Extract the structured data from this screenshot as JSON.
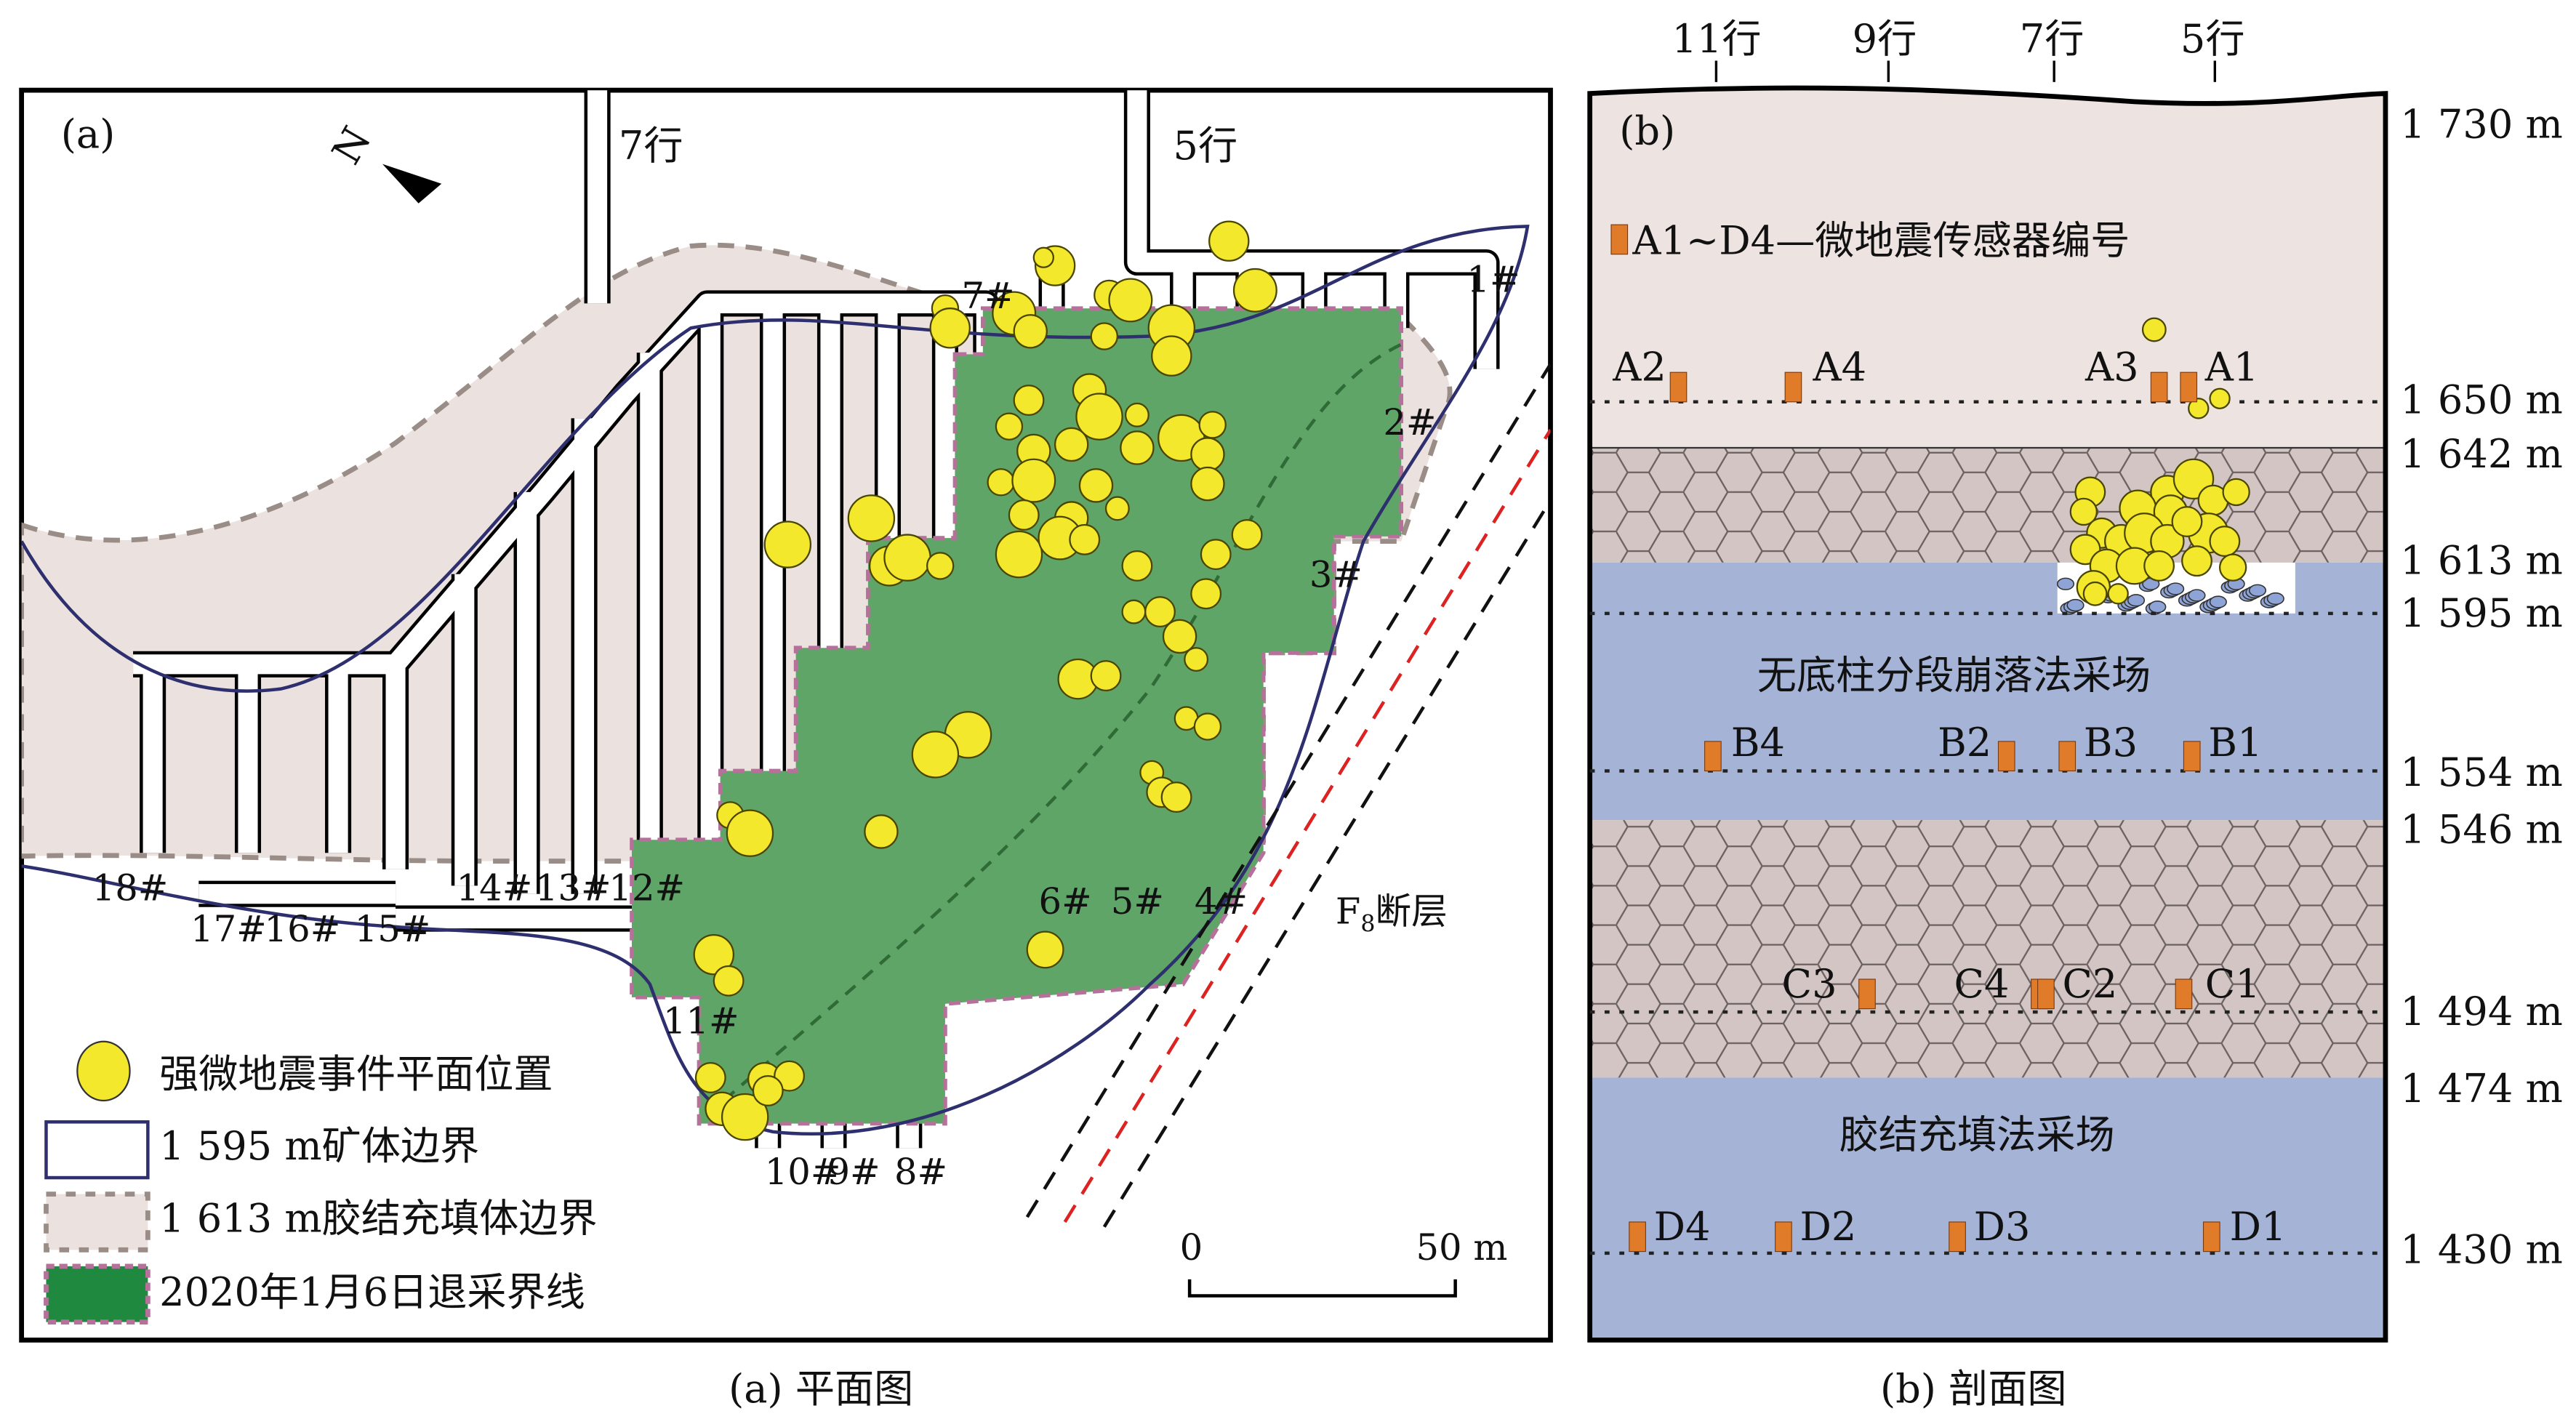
{
  "panel_a": {
    "tag": "(a)",
    "rows": [
      "7行",
      "5行"
    ],
    "drift_labels": [
      "1#",
      "2#",
      "3#",
      "4#",
      "5#",
      "6#",
      "7#",
      "8#",
      "9#",
      "10#",
      "11#",
      "12#",
      "13#",
      "14#",
      "15#",
      "16#",
      "17#",
      "18#"
    ],
    "fault_label": "F",
    "fault_sub": "8",
    "fault_suffix": "断层",
    "scale_zero": "0",
    "scale_end": "50 m",
    "legend": [
      "强微地震事件平面位置",
      "1 595 m矿体边界",
      "1 613 m胶结充填体边界",
      "2020年1月6日退采界线"
    ],
    "caption": "(a) 平面图"
  },
  "panel_b": {
    "tag": "(b)",
    "rows": [
      "11行",
      "9行",
      "7行",
      "5行"
    ],
    "legend": "A1~D4—微地震传感器编号",
    "elevations": [
      "1 730 m",
      "1 650 m",
      "1 642 m",
      "1 613 m",
      "1 595 m",
      "1 554 m",
      "1 546 m",
      "1 494 m",
      "1 474 m",
      "1 430 m"
    ],
    "sensors": [
      "A2",
      "A4",
      "A3",
      "A1",
      "B4",
      "B2",
      "B3",
      "B1",
      "C3",
      "C4",
      "C2",
      "C1",
      "D4",
      "D2",
      "D3",
      "D1"
    ],
    "zone1": "无底柱分段崩落法采场",
    "zone2": "胶结充填法采场",
    "caption": "(b) 剖面图"
  },
  "colors": {
    "event": "#f4e82c",
    "ore_boundary": "#2e2f6e",
    "backfill": "#ebe1df",
    "retreat": "#5fa567",
    "retreat_border": "#b5719a",
    "sensor": "#e07b2a",
    "blue_layer": "#a4b3d6",
    "hex_layer": "#d2c5c4"
  }
}
